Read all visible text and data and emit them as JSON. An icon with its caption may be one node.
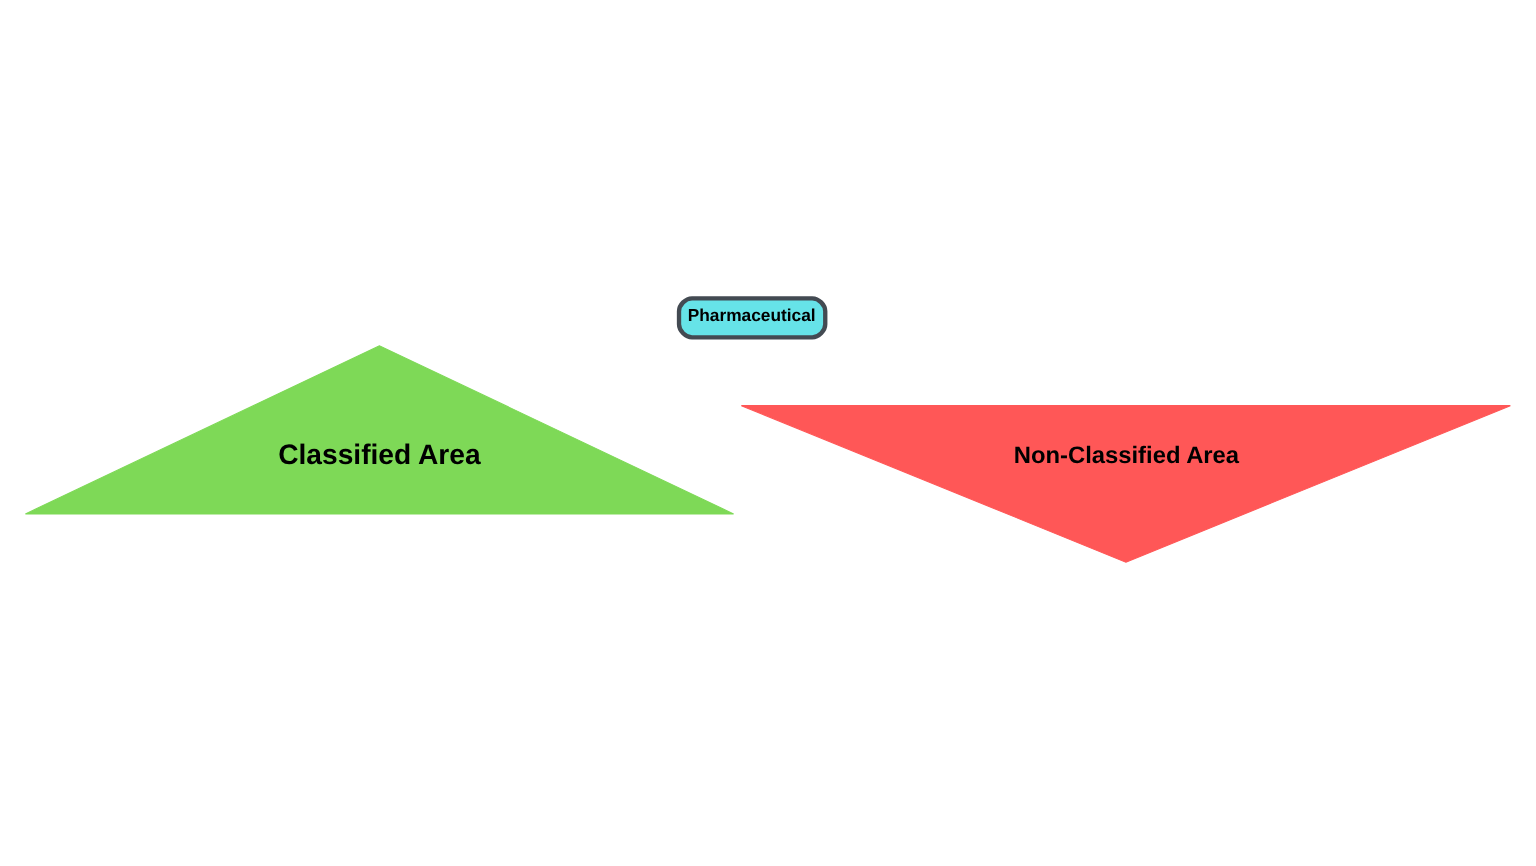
{
  "diagram": {
    "nodes": [
      {
        "text": [
          "Pharmaceutical"
        ]
      },
      {
        "text": [
          "Classified Area"
        ]
      },
      {
        "text": [
          "Non-Classified Area"
        ]
      }
    ]
  }
}
